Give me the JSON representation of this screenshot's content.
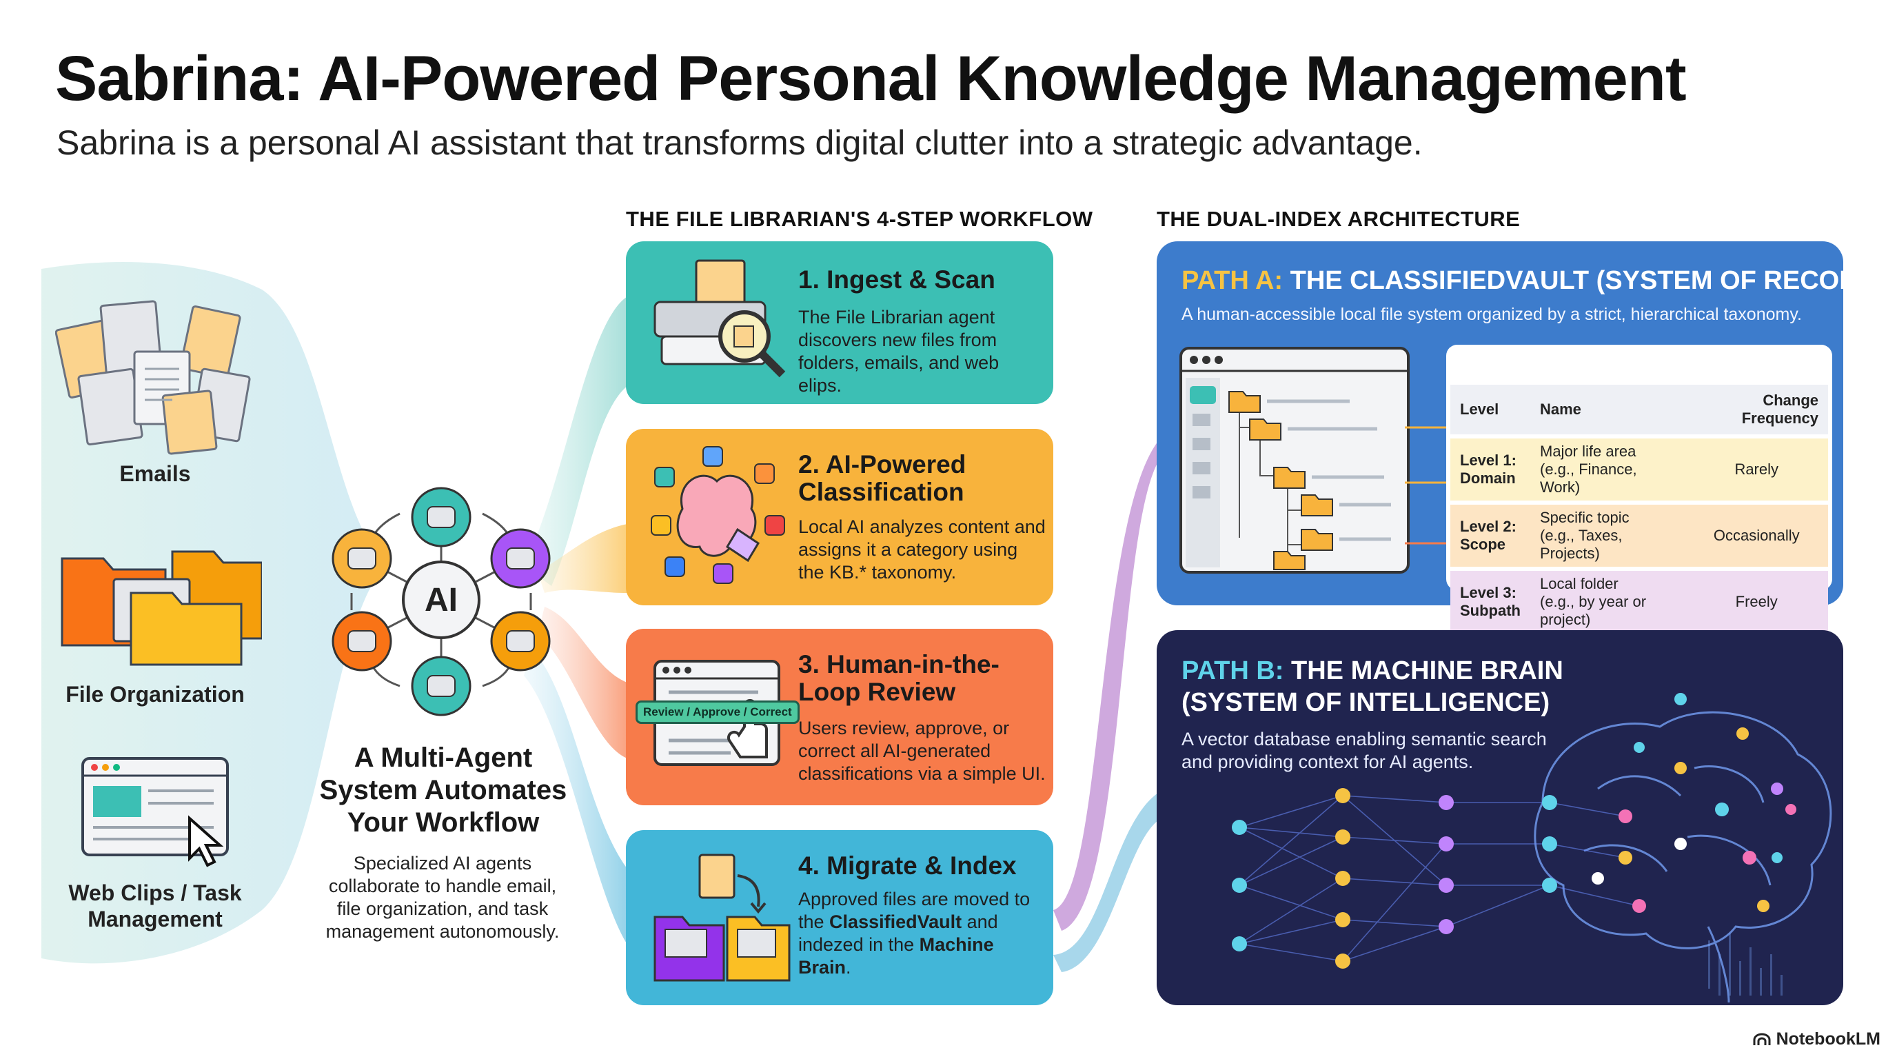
{
  "title": "Sabrina: AI-Powered Personal Knowledge Management",
  "subtitle": "Sabrina is a personal AI assistant that transforms digital clutter into a strategic advantage.",
  "sources": [
    {
      "label": "Emails"
    },
    {
      "label": "File Organization"
    },
    {
      "label": "Web Clips / Task Management"
    }
  ],
  "agents": {
    "hub_label": "AI",
    "title": "A Multi-Agent System Automates Your Workflow",
    "description": "Specialized AI agents collaborate to handle email, file organization, and task management autonomously."
  },
  "workflow": {
    "header": "THE FILE LIBRARIAN'S 4-STEP WORKFLOW",
    "steps": [
      {
        "title": "1. Ingest & Scan",
        "description": "The File Librarian agent discovers new files from folders, emails, and web elips.",
        "color": "#3cbfb4"
      },
      {
        "title": "2. AI-Powered Classification",
        "description": "Local AI analyzes content and assigns it a category using the KB.* taxonomy.",
        "color": "#f8b33c"
      },
      {
        "title": "3. Human-in-the-Loop Review",
        "description": "Users review, approve, or correct all AI-generated classifications via a simple UI.",
        "color": "#f77b4a",
        "badge": "Review / Approve / Correct"
      },
      {
        "title": "4. Migrate & Index",
        "description_parts": [
          "Approved files are moved to the ",
          "ClassifiedVault",
          " and indezed in the ",
          "Machine Brain",
          "."
        ],
        "color": "#42b6d8"
      }
    ]
  },
  "architecture": {
    "header": "THE DUAL-INDEX ARCHITECTURE",
    "path_a": {
      "prefix": "PATH A:",
      "title": "THE CLASSIFIEDVAULT (SYSTEM OF RECORD)",
      "description": "A human-accessible local file system organized by a strict, hierarchical taxonomy.",
      "table": {
        "headers": [
          "Level",
          "Name",
          "Change Frequency"
        ],
        "rows": [
          {
            "level": "Level 1:",
            "level_name": "Domain",
            "name": "Major life area",
            "example": "(e.g., Finance, Work)",
            "frequency": "Rarely",
            "color": "#fdf2c9"
          },
          {
            "level": "Level 2:",
            "level_name": "Scope",
            "name": "Specific topic",
            "example": "(e.g., Taxes, Projects)",
            "frequency": "Occasionally",
            "color": "#fde5c4"
          },
          {
            "level": "Level 3:",
            "level_name": "Subpath",
            "name": "Local folder",
            "example": "(e.g., by year or project)",
            "frequency": "Freely",
            "color": "#efdcf1"
          }
        ]
      }
    },
    "path_b": {
      "prefix": "PATH B:",
      "title_line1": "THE MACHINE BRAIN",
      "title_line2": "(SYSTEM OF INTELLIGENCE)",
      "description": "A vector database enabling semantic search and providing context for AI agents."
    }
  },
  "branding": {
    "logo_text": "NotebookLM"
  },
  "colors": {
    "teal": "#3cbfb4",
    "amber": "#f8b33c",
    "orange": "#f77b4a",
    "sky": "#42b6d8",
    "path_a_bg": "#3d7ccc",
    "path_b_bg": "#20244f",
    "path_a_accent": "#f6c343"
  }
}
